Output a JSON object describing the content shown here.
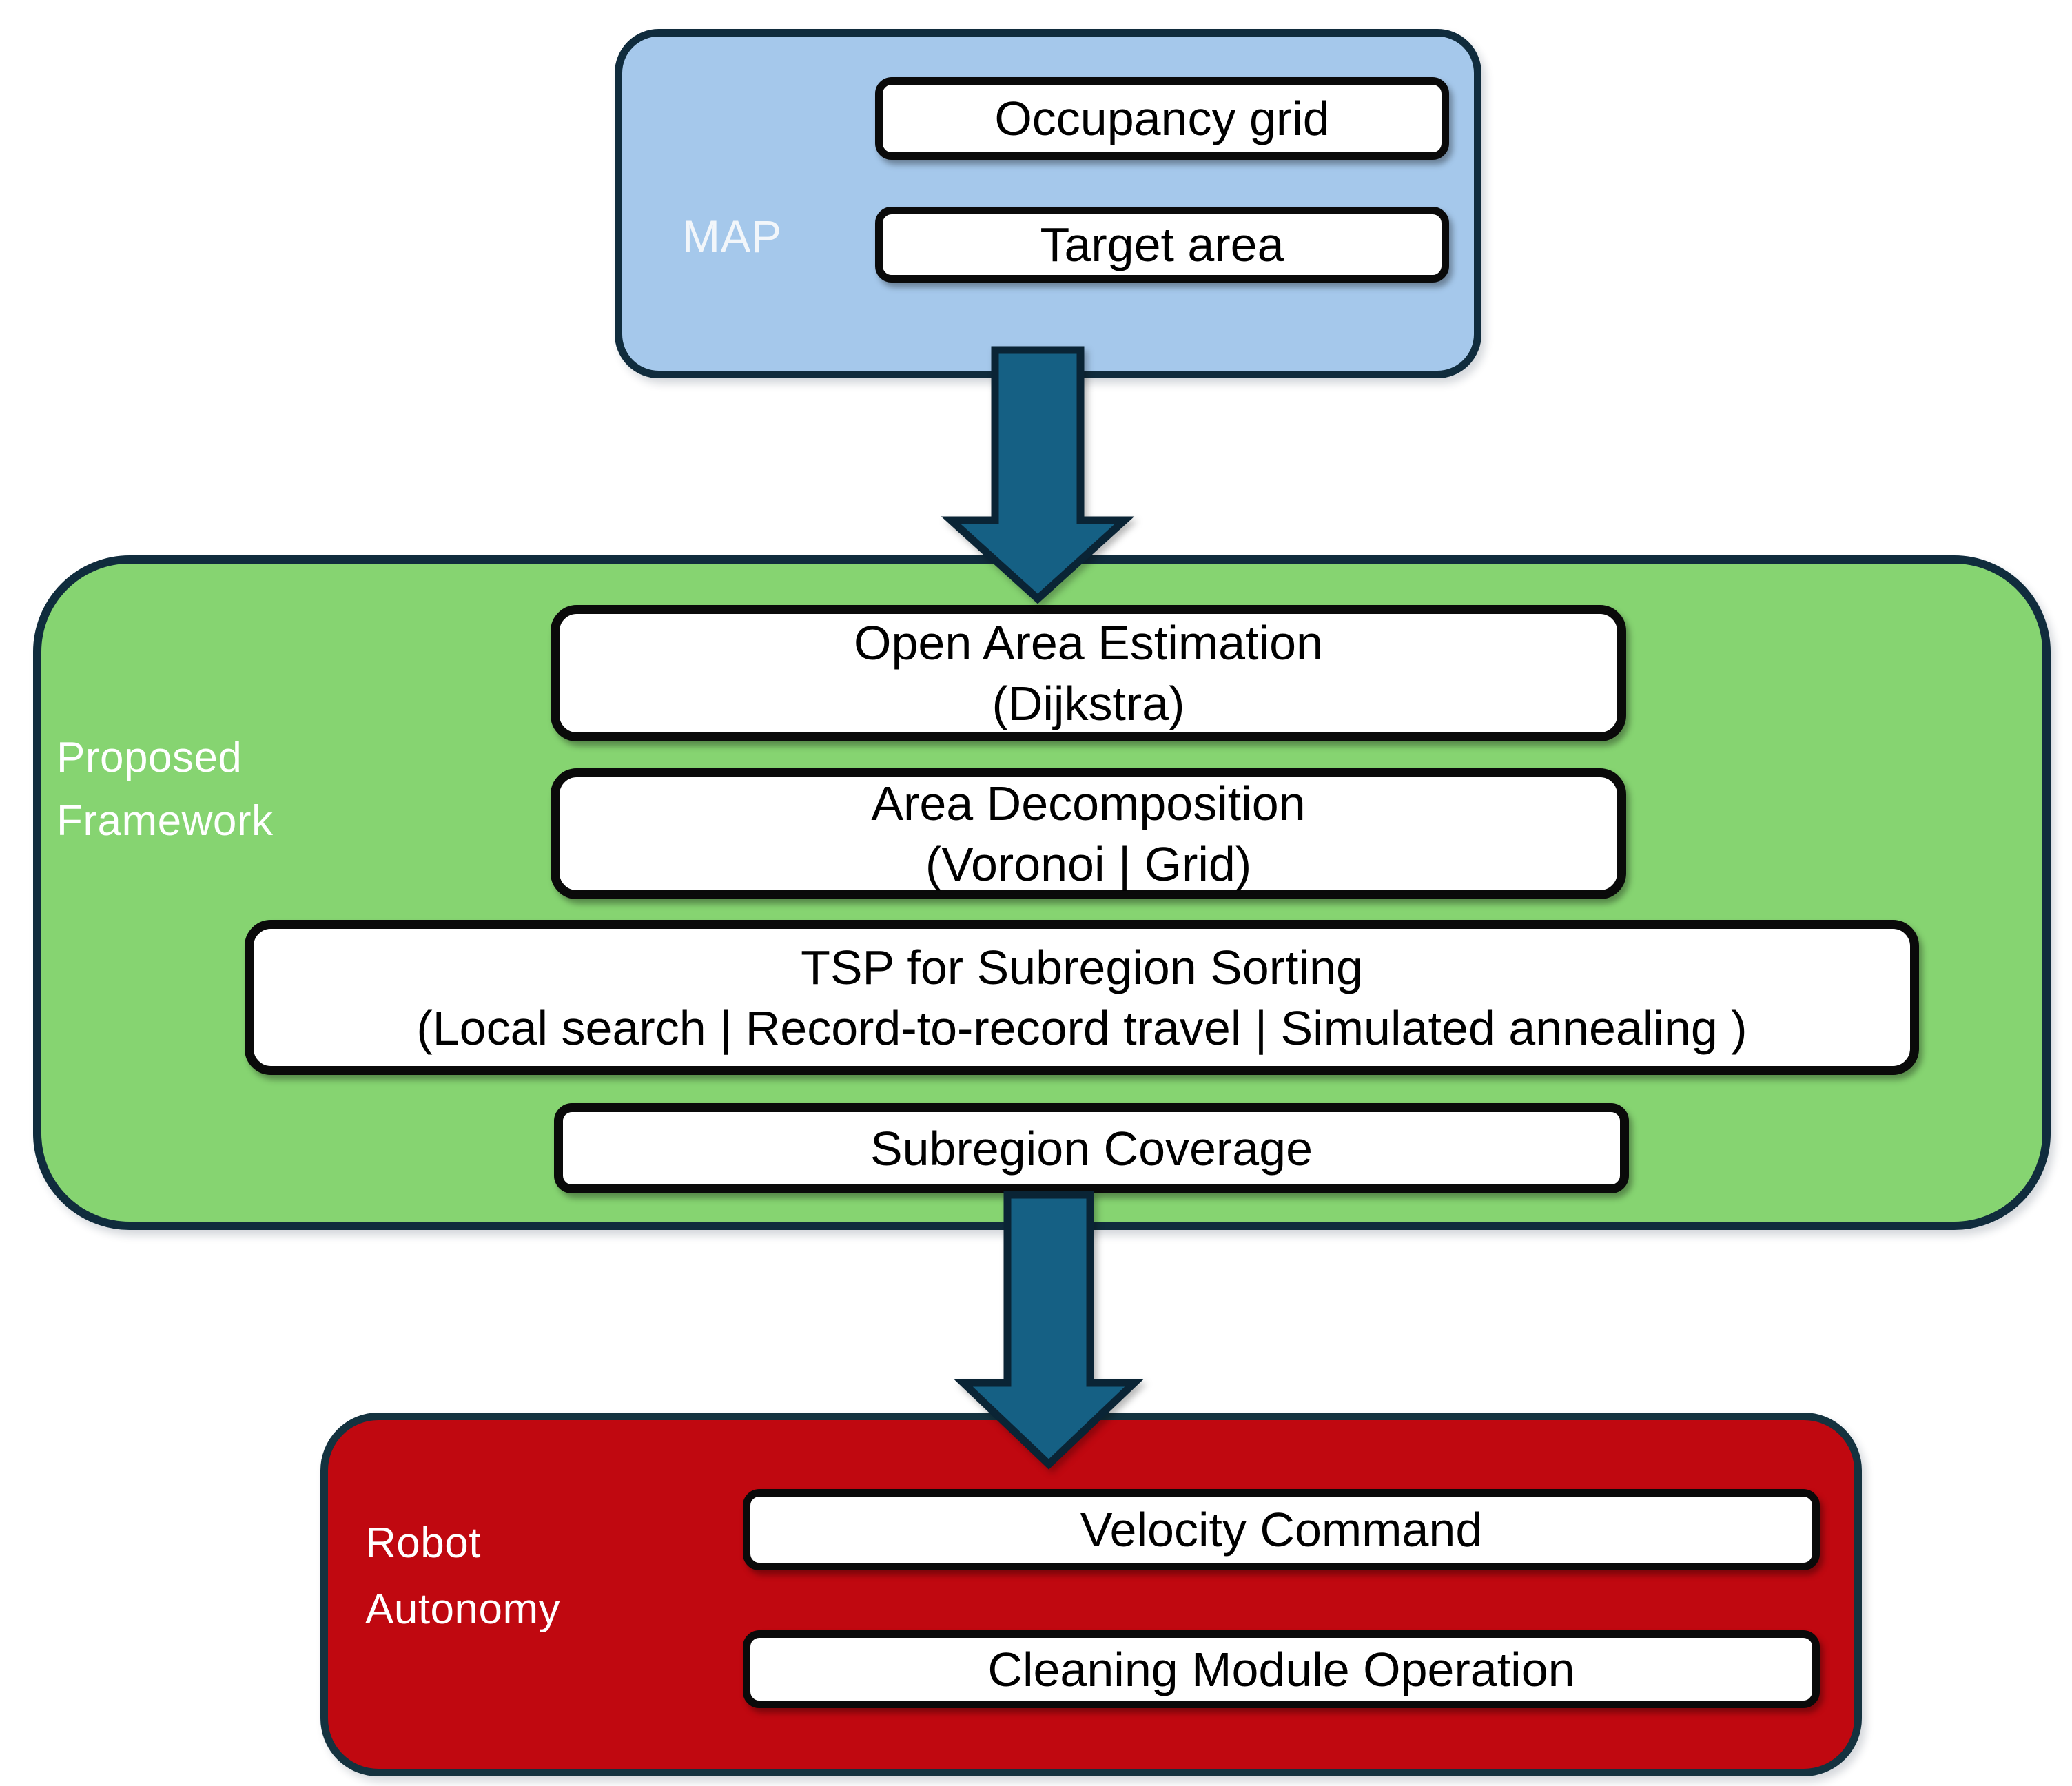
{
  "diagram": {
    "map": {
      "label": "MAP",
      "boxes": [
        {
          "text": "Occupancy grid"
        },
        {
          "text": "Target area"
        }
      ]
    },
    "framework": {
      "label_line1": "Proposed",
      "label_line2": "Framework",
      "boxes": [
        {
          "line1": "Open Area Estimation",
          "line2": "(Dijkstra)"
        },
        {
          "line1": "Area Decomposition",
          "line2": "(Voronoi | Grid)"
        },
        {
          "line1": "TSP for Subregion Sorting",
          "line2": "(Local search | Record-to-record travel | Simulated annealing )"
        },
        {
          "line1": "Subregion Coverage"
        }
      ]
    },
    "autonomy": {
      "label_line1": "Robot",
      "label_line2": "Autonomy",
      "boxes": [
        {
          "text": "Velocity Command"
        },
        {
          "text": "Cleaning Module Operation"
        }
      ]
    },
    "colors": {
      "map_fill": "#a5c8eb",
      "framework_fill": "#86d471",
      "autonomy_fill": "#c00810",
      "section_outline": "#102c3d",
      "inner_box_border": "#0a0a0a",
      "inner_box_fill": "#ffffff",
      "arrow_fill": "#156084",
      "arrow_outline": "#0a2435",
      "section_label_text": "#ffffff",
      "box_text": "#000000"
    }
  }
}
